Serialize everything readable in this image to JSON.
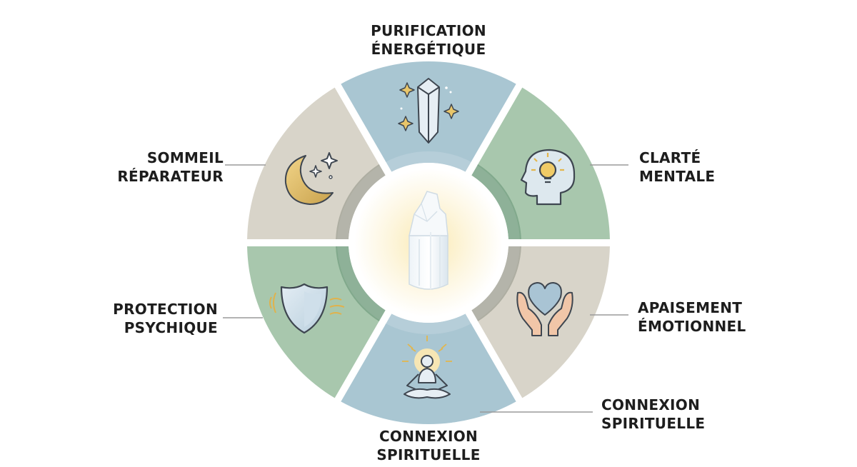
{
  "segments": [
    {
      "id": "purification",
      "line1": "PURIFICATION",
      "line2": "ÉNERGÉTIQUE",
      "color": "#a9c6d2",
      "icon": "crystal-sparkles-icon"
    },
    {
      "id": "clarte",
      "line1": "CLARTÉ",
      "line2": "MENTALE",
      "color": "#a8c7ad",
      "icon": "head-lightbulb-icon"
    },
    {
      "id": "apaisement",
      "line1": "APAISEMENT",
      "line2": "ÉMOTIONNEL",
      "color": "#d8d4c9",
      "icon": "heart-hands-icon"
    },
    {
      "id": "connexion",
      "line1": "CONNEXION",
      "line2": "SPIRITUELLE",
      "color": "#a9c6d2",
      "icon": "meditation-icon"
    },
    {
      "id": "protection",
      "line1": "PROTECTION",
      "line2": "PSYCHIQUE",
      "color": "#a8c7ad",
      "icon": "shield-icon"
    },
    {
      "id": "sommeil",
      "line1": "SOMMEIL",
      "line2": "RÉPARATEUR",
      "color": "#d8d4c9",
      "icon": "moon-stars-icon"
    }
  ],
  "extra_label": {
    "line1": "CONNEXION",
    "line2": "SPIRITUELLE"
  },
  "center": {
    "icon": "selenite-crystal-icon",
    "glow": "#f3d98a"
  },
  "colors": {
    "ring_gray": "#a7a79b",
    "ring_green": "#7aa386",
    "line": "#9a9a9a",
    "text": "#1d1d1d"
  }
}
